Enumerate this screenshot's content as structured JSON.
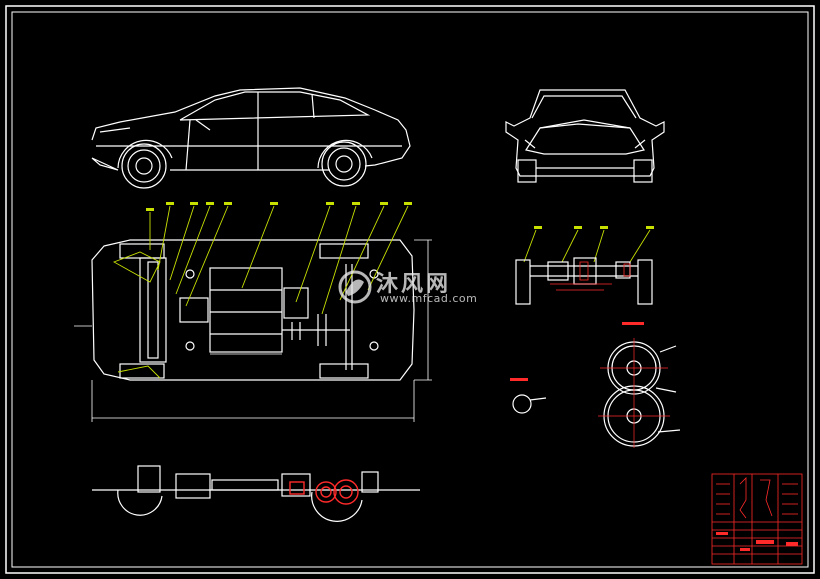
{
  "drawing": {
    "background_color": "#000000",
    "line_color": "#ffffff",
    "leader_color": "#c8e000",
    "section_color": "#ff2a2a",
    "dimension_color": "#ff3030"
  },
  "watermark": {
    "text_cn": "沐风网",
    "url": "www.mfcad.com",
    "logo_icon": "mfcad-logo-icon"
  },
  "views": {
    "side_view": "side-view-car",
    "front_view": "front-view-car",
    "chassis_plan": "chassis-plan-view",
    "rear_axle_section": "rear-axle-section",
    "gear_details": "gear-details",
    "bottom_elevation": "drivetrain-elevation",
    "title_block": "title-block"
  }
}
